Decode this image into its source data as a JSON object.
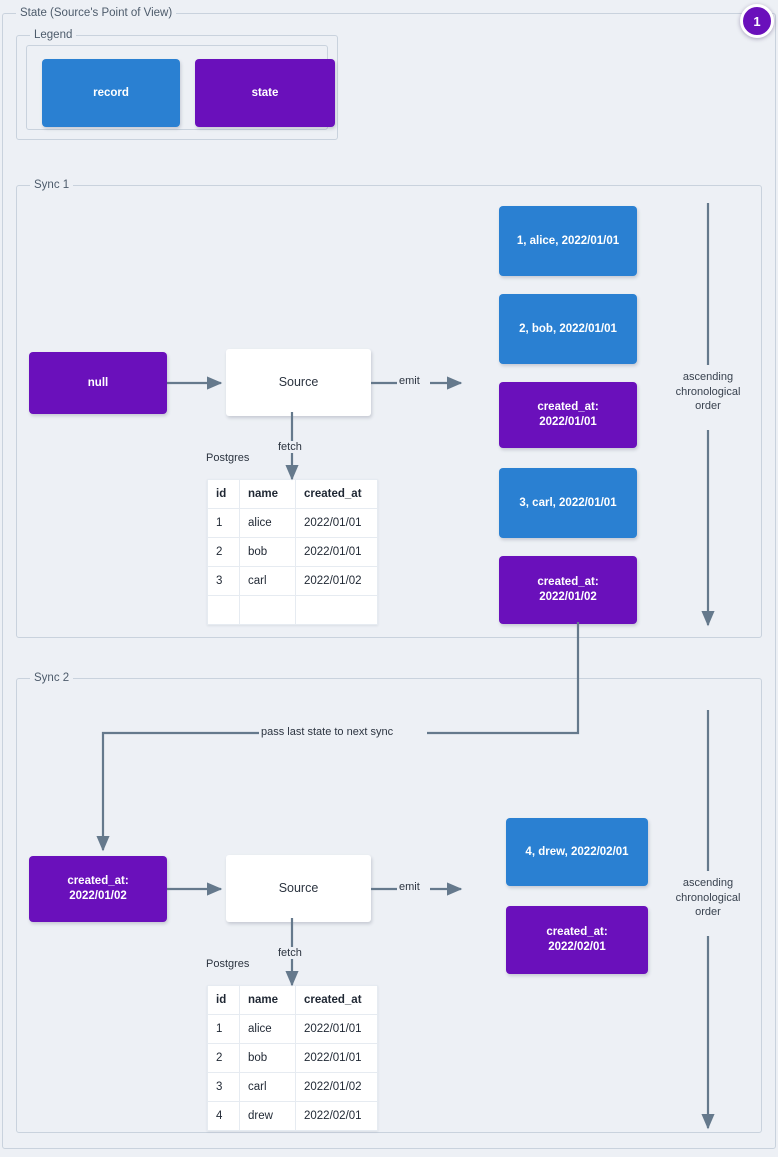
{
  "diagram": {
    "title": "State (Source's Point of View)",
    "step_badge": "1",
    "colors": {
      "record": "#2a80d2",
      "state": "#6a10bb",
      "background": "#edf0f5",
      "frame_border": "#c9d2dd",
      "connector": "#65798c",
      "text": "#2c3440"
    }
  },
  "legend": {
    "title": "Legend",
    "items": [
      {
        "label": "record",
        "kind": "record"
      },
      {
        "label": "state",
        "kind": "state"
      }
    ]
  },
  "sync1": {
    "title": "Sync 1",
    "input_state": "null",
    "source": "Source",
    "emit_label": "emit",
    "fetch_label": "fetch",
    "db_label": "Postgres",
    "order_label": "ascending\nchronological\norder",
    "order_line1": "ascending",
    "order_line2": "chronological",
    "order_line3": "order",
    "table": {
      "columns": [
        "id",
        "name",
        "created_at"
      ],
      "rows": [
        [
          "1",
          "alice",
          "2022/01/01"
        ],
        [
          "2",
          "bob",
          "2022/01/01"
        ],
        [
          "3",
          "carl",
          "2022/01/02"
        ],
        [
          "",
          "",
          ""
        ]
      ]
    },
    "stream": [
      {
        "kind": "record",
        "text": "1, alice, 2022/01/01"
      },
      {
        "kind": "record",
        "text": "2, bob, 2022/01/01"
      },
      {
        "kind": "state",
        "text": "created_at:\n2022/01/01"
      },
      {
        "kind": "record",
        "text": "3, carl, 2022/01/01"
      },
      {
        "kind": "state",
        "text": "created_at:\n2022/01/02"
      }
    ]
  },
  "sync2": {
    "title": "Sync 2",
    "pass_state_label": "pass last state to next sync",
    "input_state": "created_at:\n2022/01/02",
    "source": "Source",
    "emit_label": "emit",
    "fetch_label": "fetch",
    "db_label": "Postgres",
    "order_line1": "ascending",
    "order_line2": "chronological",
    "order_line3": "order",
    "table": {
      "columns": [
        "id",
        "name",
        "created_at"
      ],
      "rows": [
        [
          "1",
          "alice",
          "2022/01/01"
        ],
        [
          "2",
          "bob",
          "2022/01/01"
        ],
        [
          "3",
          "carl",
          "2022/01/02"
        ],
        [
          "4",
          "drew",
          "2022/02/01"
        ]
      ]
    },
    "stream": [
      {
        "kind": "record",
        "text": "4, drew, 2022/02/01"
      },
      {
        "kind": "state",
        "text": "created_at:\n2022/02/01"
      }
    ]
  }
}
